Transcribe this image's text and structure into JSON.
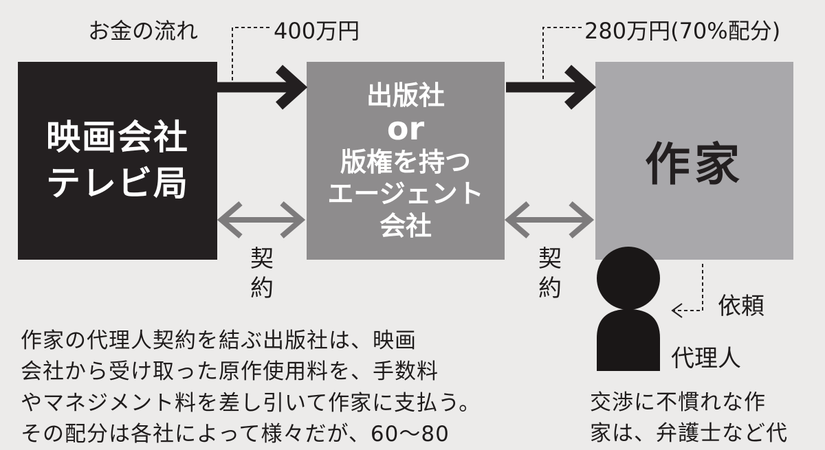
{
  "money_flow_label": "お金の流れ",
  "amount_to_publisher": "400万円",
  "amount_to_author": "280万円(70%配分)",
  "studio_box": {
    "line1": "映画会社",
    "line2": "テレビ局"
  },
  "publisher_box": {
    "line1": "出版社",
    "line2": "or",
    "line3": "版権を持つ",
    "line4": "エージェント",
    "line5": "会社"
  },
  "author_box": {
    "label": "作家"
  },
  "contract_label_1": [
    "契",
    "約"
  ],
  "contract_label_2": [
    "契",
    "約"
  ],
  "request_label": "依頼",
  "agent_label": "代理人",
  "description_lines": [
    "作家の代理人契約を結ぶ出版社は、映画",
    "会社から受け取った原作使用料を、手数料",
    "やマネジメント料を差し引いて作家に支払う。",
    "その配分は各社によって様々だが、60～80"
  ],
  "agent_note_lines": [
    "交渉に不慣れな作",
    "家は、弁護士など代"
  ],
  "colors": {
    "background": "#ecebea",
    "studio": "#242021",
    "publisher": "#8e8c8d",
    "author": "#a9a8ab",
    "money_arrow": "#231f20",
    "contract_arrow": "#7d7b7c"
  },
  "icons": [
    "money-arrow",
    "contract-double-arrow",
    "person-silhouette",
    "dashed-leader-line"
  ]
}
